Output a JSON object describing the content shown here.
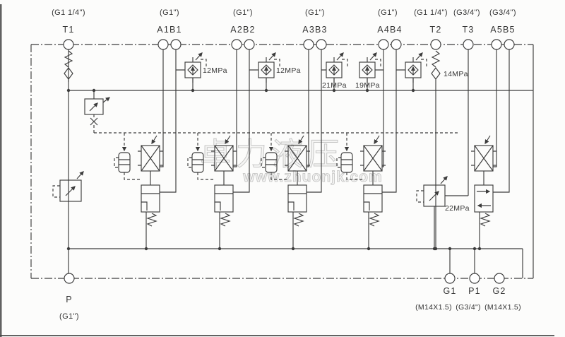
{
  "diagram": {
    "watermark": {
      "brand": "卓力液压",
      "url": "www.zhuonjk.com"
    },
    "top_ports": [
      {
        "size": "(G1 1/4\")",
        "name": "T1"
      },
      {
        "size": "(G1\")",
        "name": "A1B1"
      },
      {
        "size": "(G1\")",
        "name": "A2B2"
      },
      {
        "size": "(G1\")",
        "name": "A3B3"
      },
      {
        "size": "(G1\")",
        "name": "A4B4"
      },
      {
        "size": "(G1 1/4\")",
        "name": "T2"
      },
      {
        "size": "(G3/4\")",
        "name": "T3"
      },
      {
        "size": "(G3/4\")",
        "name": "A5B5"
      }
    ],
    "bottom_left_port": {
      "name": "P",
      "size": "(G1\")"
    },
    "bottom_right_ports": [
      {
        "name": "G1",
        "size": "(M14X1.5)"
      },
      {
        "name": "P1",
        "size": "(G3/4\")"
      },
      {
        "name": "G2",
        "size": "(M14X1.5)"
      }
    ],
    "pressures": {
      "relief1": "12MPa",
      "relief2": "12MPa",
      "relief3": "21MPa",
      "relief4": "19MPa",
      "t2_check": "14MPa",
      "main_relief": "22MPa"
    }
  }
}
